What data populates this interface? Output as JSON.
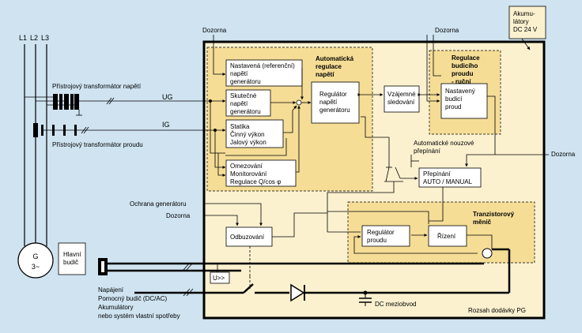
{
  "colors": {
    "background": "#cfe3f0",
    "scope_fill": "#fbf1cf",
    "group_fill": "#f5dd96",
    "box_fill": "#ffffff",
    "line": "#000000"
  },
  "icons": [
    "generator-symbol",
    "transformer-symbol",
    "diode-symbol",
    "capacitor-symbol",
    "switch-symbol",
    "current-sensor-symbol"
  ],
  "phases": [
    "L1",
    "L2",
    "L3"
  ],
  "generator": {
    "line1": "G",
    "line2": "3~"
  },
  "exciter_box": {
    "line1": "Hlavní",
    "line2": "budič"
  },
  "battery_label": {
    "line1": "Akumu-",
    "line2": "látory",
    "line3": "DC 24 V"
  },
  "labels": {
    "dozorna_top": "Dozorna",
    "dozorna_top_right": "Dozorna",
    "dozorna_right": "Dozorna",
    "dozorna_left": "Dozorna",
    "vt": "Přístrojový transformátor napětí",
    "ct": "Přístrojový transformátor proudu",
    "ug": "UG",
    "ig": "IG",
    "ochrana": "Ochrana generátoru",
    "auto_nouzove_1": "Automatické nouzové",
    "auto_nouzove_2": "přepínání",
    "napajeni": [
      "Napájení",
      "Pomocný budič (DC/AC)",
      "Akumulátory",
      "nebo systém vlastní spotřeby"
    ],
    "dc_meziobvod": "DC meziobvod",
    "rozsah": "Rozsah dodávky PG"
  },
  "groups": {
    "avr": [
      "Automatická",
      "regulace",
      "napětí"
    ],
    "manual": [
      "Regulace",
      "budicího",
      "proudu",
      "- ruční"
    ],
    "transistor": [
      "Tranzistorový",
      "měnič"
    ]
  },
  "blocks": {
    "nastavena": [
      "Nastavená (referenční)",
      "napětí",
      "generátoru"
    ],
    "skutecne": [
      "Skutečné",
      "napětí",
      "generátoru"
    ],
    "statika": [
      "Statika",
      "Činný výkon",
      "Jalový výkon"
    ],
    "omezovani": [
      "Omezování",
      "Monitorování",
      "Regulace Q/cos φ"
    ],
    "regulator_napeti": [
      "Regulátor",
      "napětí",
      "generátoru"
    ],
    "vzajemne": [
      "Vzájemné",
      "sledování"
    ],
    "nastaveny_proud": [
      "Nastavený",
      "budicí",
      "proud"
    ],
    "prepinani": [
      "Přepínání",
      "AUTO / MANUAL"
    ],
    "odbuzovani": [
      "Odbuzování"
    ],
    "regulator_proudu": [
      "Regulátor",
      "proudu"
    ],
    "rizeni": [
      "Řízení"
    ],
    "u_monitor": [
      "U>>"
    ]
  }
}
